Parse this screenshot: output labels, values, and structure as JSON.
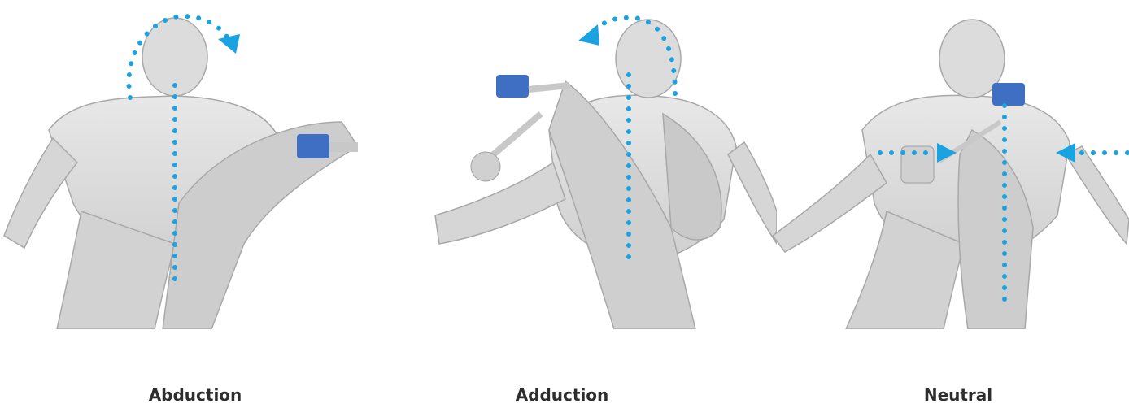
{
  "panels": [
    {
      "id": "abduction",
      "label": "Abduction"
    },
    {
      "id": "adduction",
      "label": "Adduction"
    },
    {
      "id": "neutral",
      "label": "Neutral"
    }
  ],
  "colors": {
    "skin": "#d9d9d9",
    "skin_shadow": "#bdbdbd",
    "outline": "#9a9a9a",
    "device_blue": "#3f6fc2",
    "device_metal": "#c8c8c8",
    "dotted_guide": "#1aa3e0"
  }
}
